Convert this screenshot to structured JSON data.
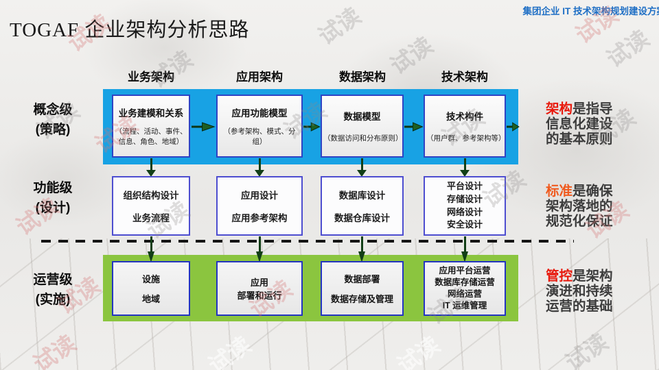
{
  "header": {
    "title": "TOGAF 企业架构分析思路",
    "corner_title": "集团企业 IT 技术架构规划建设方案"
  },
  "columns": [
    "业务架构",
    "应用架构",
    "数据架构",
    "技术架构"
  ],
  "row_labels": [
    {
      "name": "概念级",
      "sub": "(策略)"
    },
    {
      "name": "功能级",
      "sub": "(设计)"
    },
    {
      "name": "运营级",
      "sub": "(实施)"
    }
  ],
  "concept_row": [
    {
      "title": "业务建模和关系",
      "subtitle": "（流程、活动、事件、信息、角色、地域）"
    },
    {
      "title": "应用功能模型",
      "subtitle": "（参考架构、模式、分组）"
    },
    {
      "title": "数据模型",
      "subtitle": "（数据访问和分布原则）"
    },
    {
      "title": "技术构件",
      "subtitle": "（用户群、参考架构等）"
    }
  ],
  "design_row": [
    {
      "lines": [
        "组织结构设计",
        "业务流程"
      ]
    },
    {
      "lines": [
        "应用设计",
        "应用参考架构"
      ]
    },
    {
      "lines": [
        "数据库设计",
        "数据仓库设计"
      ]
    },
    {
      "lines": [
        "平台设计",
        "存储设计",
        "网络设计",
        "安全设计"
      ]
    }
  ],
  "ops_row": [
    {
      "lines": [
        "设施",
        "地域"
      ]
    },
    {
      "lines": [
        "应用",
        "部署和运行"
      ]
    },
    {
      "lines": [
        "数据部署",
        "数据存储及管理"
      ]
    },
    {
      "lines": [
        "应用平台运营",
        "数据库存储运营",
        "网络运营",
        "IT 运维管理"
      ]
    }
  ],
  "annotations": [
    {
      "keyword": "架构",
      "rest": "是指导信息化建设的基本原则"
    },
    {
      "keyword": "标准",
      "rest": "是确保架构落地的规范化保证"
    },
    {
      "keyword": "管控",
      "rest": "是架构演进和持续运营的基础"
    }
  ],
  "watermark_text": "试读",
  "colors": {
    "band_blue": "#18A2E4",
    "band_green": "#8BC53F",
    "box_border_blue": "#2F43C4",
    "arrow_green": "#1D5F23",
    "keyword_red": "#E8190C",
    "keyword_orange": "#F05A1E",
    "corner_blue": "#1F6FC5",
    "dash_black": "#141414"
  }
}
